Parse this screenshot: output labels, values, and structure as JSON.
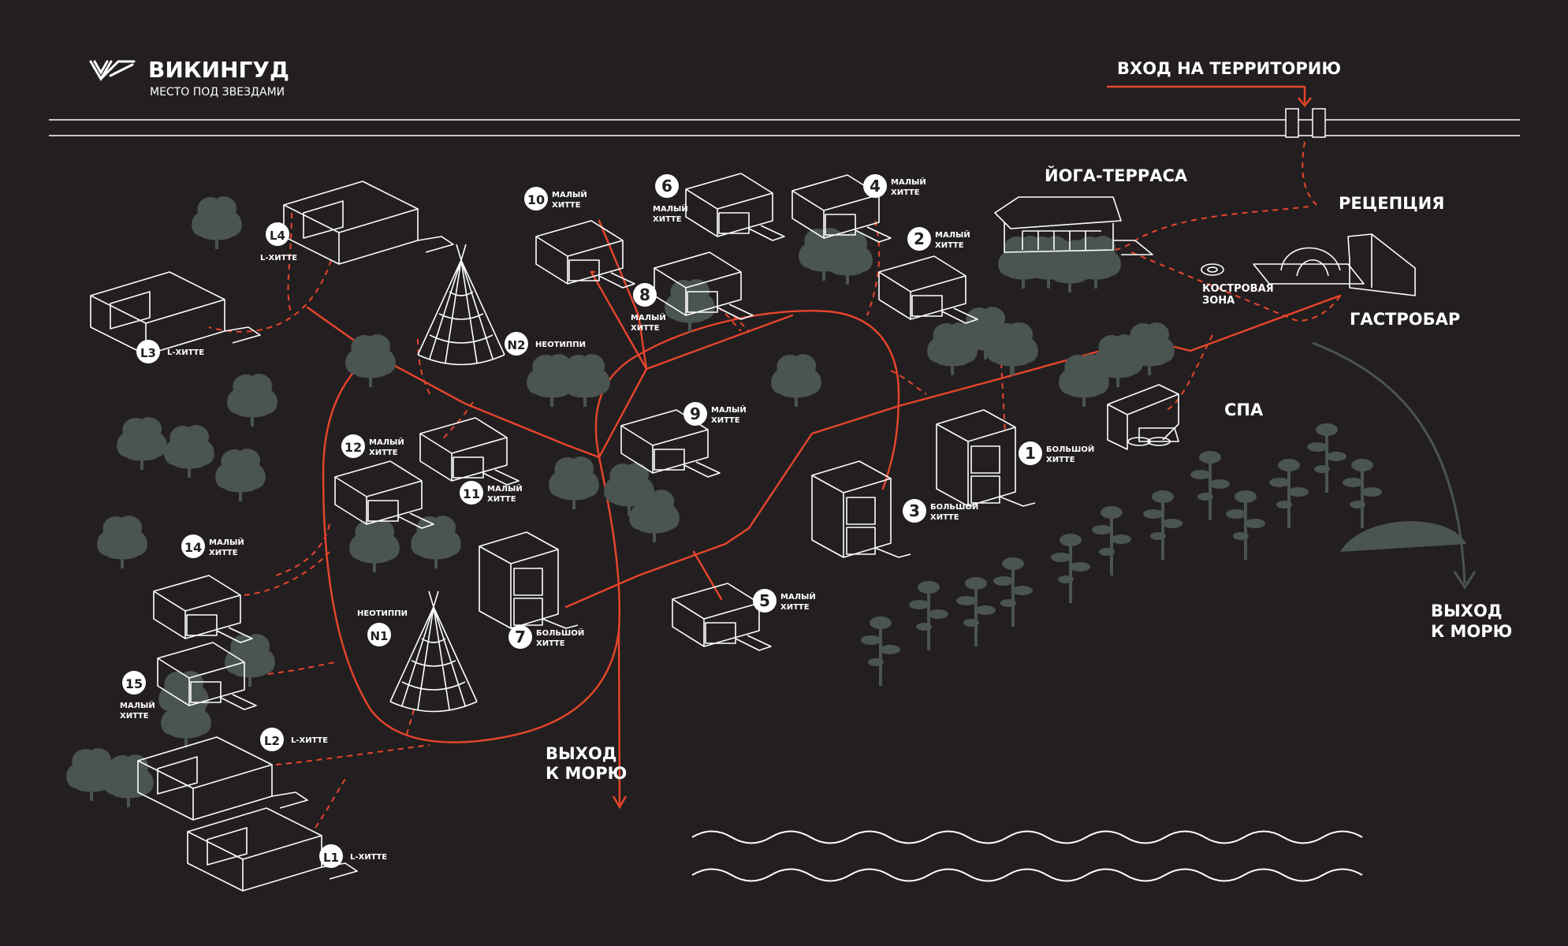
{
  "brand": {
    "name": "ВИКИНГУД",
    "tagline": "МЕСТО ПОД ЗВЕЗДАМИ"
  },
  "labels": {
    "entrance": "ВХОД НА ТЕРРИТОРИЮ",
    "yoga": "ЙОГА-ТЕРРАСА",
    "reception": "РЕЦЕПЦИЯ",
    "gastrobar": "ГАСТРОБАР",
    "spa": "СПА",
    "fire_zone_1": "КОСТРОВАЯ",
    "fire_zone_2": "ЗОНА",
    "exit_sea_center_1": "ВЫХОД",
    "exit_sea_center_2": "К МОРЮ",
    "exit_sea_right_1": "ВЫХОД",
    "exit_sea_right_2": "К МОРЮ"
  },
  "houses": [
    {
      "num": "1",
      "type1": "БОЛЬШОЙ",
      "type2": "ХИТТЕ"
    },
    {
      "num": "2",
      "type1": "МАЛЫЙ",
      "type2": "ХИТТЕ"
    },
    {
      "num": "3",
      "type1": "БОЛЬШОЙ",
      "type2": "ХИТТЕ"
    },
    {
      "num": "4",
      "type1": "МАЛЫЙ",
      "type2": "ХИТТЕ"
    },
    {
      "num": "5",
      "type1": "МАЛЫЙ",
      "type2": "ХИТТЕ"
    },
    {
      "num": "6",
      "type1": "МАЛЫЙ",
      "type2": "ХИТТЕ"
    },
    {
      "num": "7",
      "type1": "БОЛЬШОЙ",
      "type2": "ХИТТЕ"
    },
    {
      "num": "8",
      "type1": "МАЛЫЙ",
      "type2": "ХИТТЕ"
    },
    {
      "num": "9",
      "type1": "МАЛЫЙ",
      "type2": "ХИТТЕ"
    },
    {
      "num": "10",
      "type1": "МАЛЫЙ",
      "type2": "ХИТТЕ"
    },
    {
      "num": "11",
      "type1": "МАЛЫЙ",
      "type2": "ХИТТЕ"
    },
    {
      "num": "12",
      "type1": "МАЛЫЙ",
      "type2": "ХИТТЕ"
    },
    {
      "num": "14",
      "type1": "МАЛЫЙ",
      "type2": "ХИТТЕ"
    },
    {
      "num": "15",
      "type1": "МАЛЫЙ",
      "type2": "ХИТТЕ"
    }
  ],
  "l_houses": [
    {
      "num": "L4",
      "type": "L-ХИТТЕ"
    },
    {
      "num": "L3",
      "type": "L-ХИТТЕ"
    },
    {
      "num": "L2",
      "type": "L-ХИТТЕ"
    },
    {
      "num": "L1",
      "type": "L-ХИТТЕ"
    }
  ],
  "tipis": [
    {
      "num": "N2",
      "type": "НЕОТИППИ"
    },
    {
      "num": "N1",
      "type": "НЕОТИППИ"
    }
  ],
  "colors": {
    "background": "#231f20",
    "path": "#e8452c",
    "tree": "#4a5450",
    "line": "#ffffff"
  }
}
